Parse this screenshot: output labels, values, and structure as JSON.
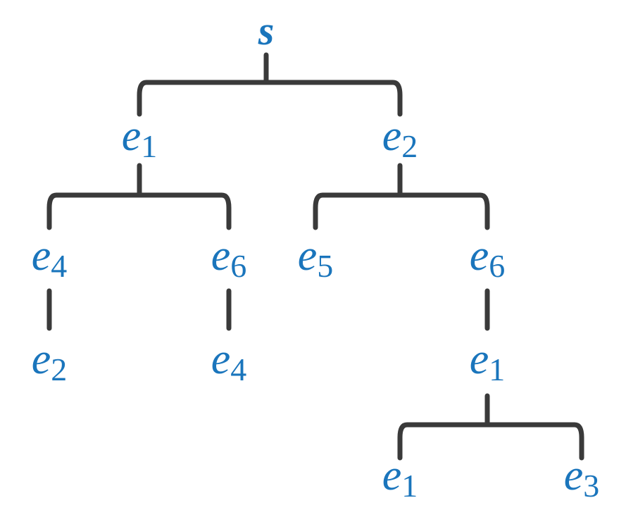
{
  "colors": {
    "node_text": "#1a75bc",
    "edge": "#3a3a3a",
    "background": "#ffffff"
  },
  "tree": {
    "root": {
      "id": "n0",
      "label": "s",
      "sub": "",
      "bold": true,
      "children": [
        {
          "id": "n1",
          "label": "e",
          "sub": "1",
          "children": [
            {
              "id": "n3",
              "label": "e",
              "sub": "4",
              "children": [
                {
                  "id": "n7",
                  "label": "e",
                  "sub": "2",
                  "children": []
                }
              ]
            },
            {
              "id": "n4",
              "label": "e",
              "sub": "6",
              "children": [
                {
                  "id": "n8",
                  "label": "e",
                  "sub": "4",
                  "children": []
                }
              ]
            }
          ]
        },
        {
          "id": "n2",
          "label": "e",
          "sub": "2",
          "children": [
            {
              "id": "n5",
              "label": "e",
              "sub": "5",
              "children": []
            },
            {
              "id": "n6",
              "label": "e",
              "sub": "6",
              "children": [
                {
                  "id": "n9",
                  "label": "e",
                  "sub": "1",
                  "children": [
                    {
                      "id": "n10",
                      "label": "e",
                      "sub": "1",
                      "children": []
                    },
                    {
                      "id": "n11",
                      "label": "e",
                      "sub": "3",
                      "children": []
                    }
                  ]
                }
              ]
            }
          ]
        }
      ]
    }
  }
}
